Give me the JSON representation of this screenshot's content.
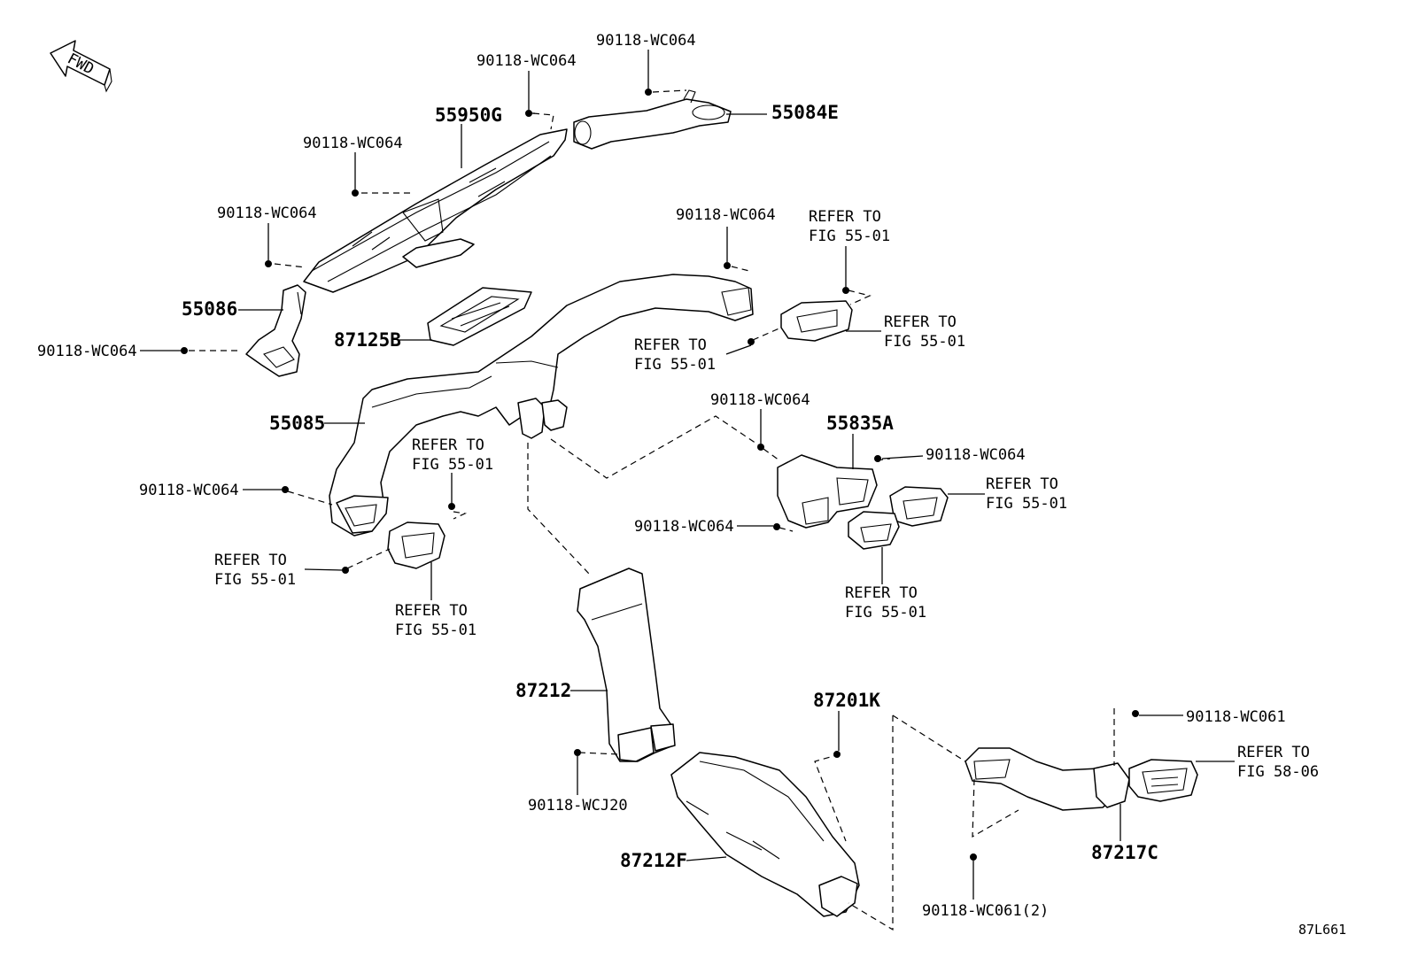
{
  "fwd_label": "FWD",
  "diagram_code": "87L661",
  "parts": {
    "p55950G": "55950G",
    "p55084E": "55084E",
    "p55086": "55086",
    "p87125B": "87125B",
    "p55085": "55085",
    "p55835A": "55835A",
    "p87212": "87212",
    "p87201K": "87201K",
    "p87212F": "87212F",
    "p87217C": "87217C"
  },
  "fasteners": {
    "wc064": "90118-WC064",
    "wcj20": "90118-WCJ20",
    "wc061": "90118-WC061",
    "wc061x2": "90118-WC061(2)"
  },
  "refs": {
    "line1": "REFER TO",
    "fig5501": "FIG 55-01",
    "fig5806": "FIG 58-06"
  }
}
